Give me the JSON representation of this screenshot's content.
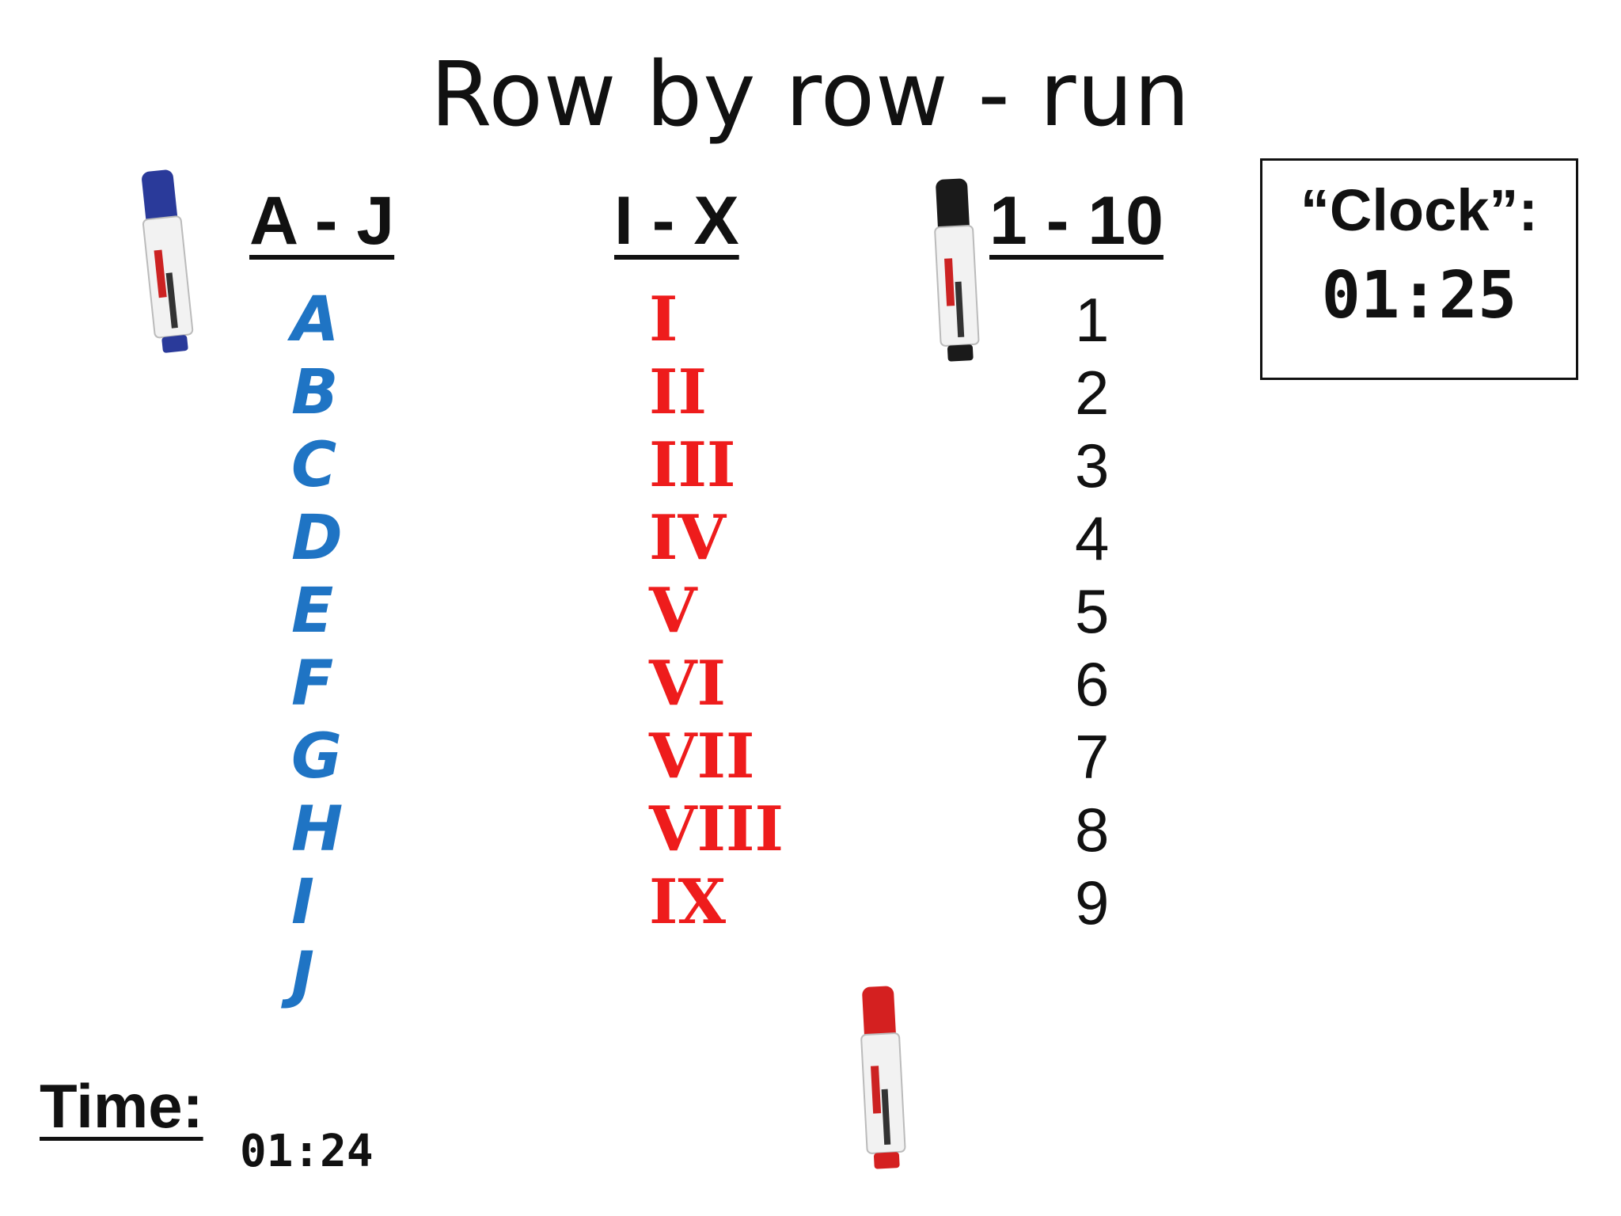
{
  "title": "Row by row - run",
  "columns": {
    "letters": {
      "header": "A - J",
      "items": [
        "A",
        "B",
        "C",
        "D",
        "E",
        "F",
        "G",
        "H",
        "I",
        "J"
      ],
      "color": "#1f74c4"
    },
    "romans": {
      "header": "I - X",
      "items": [
        "I",
        "II",
        "III",
        "IV",
        "V",
        "VI",
        "VII",
        "VIII",
        "IX"
      ],
      "color": "#ee1c1c"
    },
    "numbers": {
      "header": "1 - 10",
      "items": [
        "1",
        "2",
        "3",
        "4",
        "5",
        "6",
        "7",
        "8",
        "9"
      ],
      "color": "#111111"
    }
  },
  "clock": {
    "label": "“Clock”:",
    "value": "01:25"
  },
  "time": {
    "label": "Time:",
    "value": "01:24"
  },
  "markers": [
    {
      "icon": "blue-marker-icon",
      "color": "#2a3a9a"
    },
    {
      "icon": "black-marker-icon",
      "color": "#1a1a1a"
    },
    {
      "icon": "red-marker-icon",
      "color": "#d42020"
    }
  ]
}
